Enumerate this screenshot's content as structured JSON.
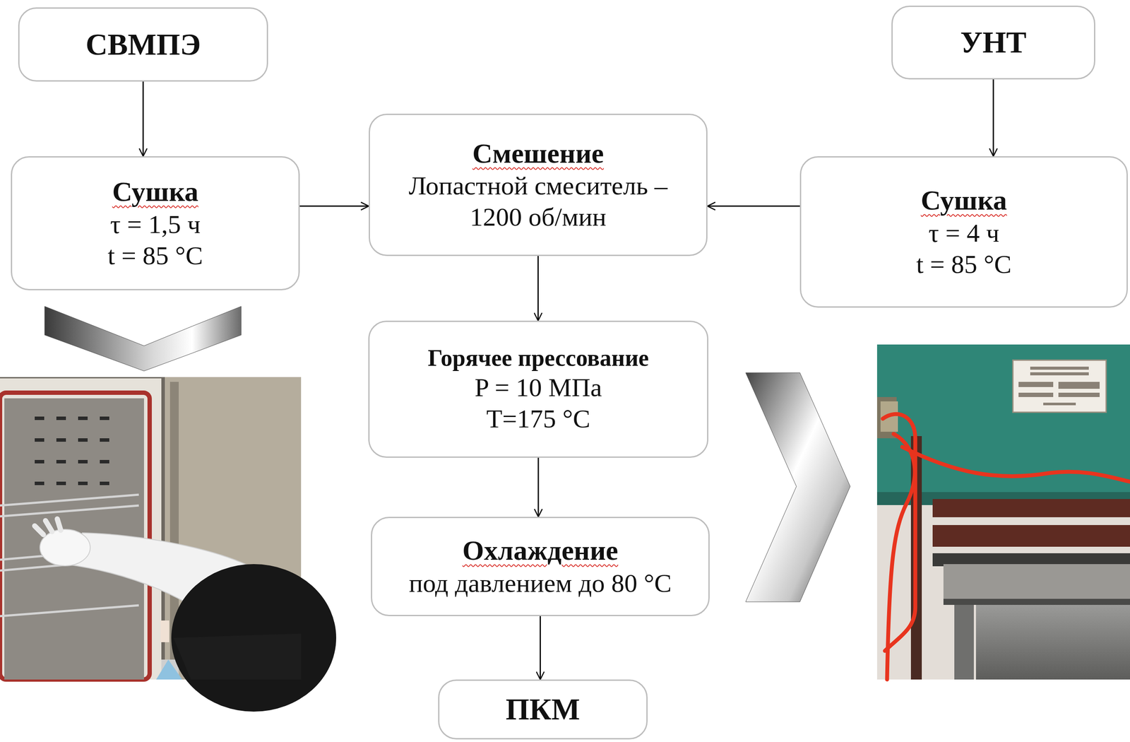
{
  "diagram": {
    "nodes": [
      {
        "text": [
          "СВМПЭ"
        ]
      },
      {
        "text": [
          "УНТ"
        ]
      },
      {
        "text": [
          "Сушка",
          "τ = 1,5 ч",
          "t = 85 °C"
        ]
      },
      {
        "text": [
          "Смешение",
          "Лопастной смеситель – 1200 об/мин"
        ]
      },
      {
        "text": [
          "Сушка",
          "τ = 4 ч",
          "t = 85 °C"
        ]
      },
      {
        "text": [
          "Горячее прессование",
          "P = 10 МПа",
          "T=175 °C"
        ]
      },
      {
        "text": [
          "Охлаждение",
          "под давлением до 80 °C"
        ]
      },
      {
        "text": [
          "ПКМ"
        ]
      }
    ],
    "edges": [
      {
        "from": 0,
        "to": 2,
        "arrow": "to"
      },
      {
        "from": 1,
        "to": 4,
        "arrow": "to"
      },
      {
        "from": 2,
        "to": 3,
        "arrow": "to"
      },
      {
        "from": 4,
        "to": 3,
        "arrow": "to"
      },
      {
        "from": 3,
        "to": 5,
        "arrow": "to"
      },
      {
        "from": 5,
        "to": 6,
        "arrow": "to"
      },
      {
        "from": 6,
        "to": 7,
        "arrow": "to"
      }
    ]
  }
}
